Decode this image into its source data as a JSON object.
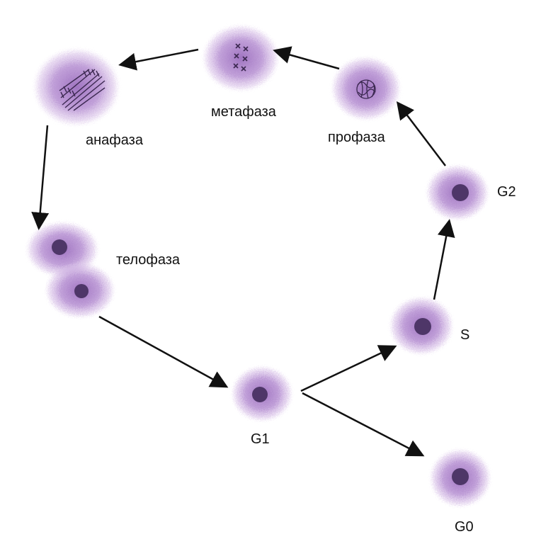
{
  "diagram": {
    "stages": {
      "prophase": "профаза",
      "metaphase": "метафаза",
      "anaphase": "анафаза",
      "telophase": "телофаза",
      "g1": "G1",
      "s": "S",
      "g2": "G2",
      "g0": "G0"
    },
    "colors": {
      "cell": "#a57bc4",
      "cell_light": "#c8a9dc",
      "nucleus": "#4e3668",
      "chromosome": "#3b2850",
      "arrow": "#111111",
      "text": "#111111"
    }
  }
}
